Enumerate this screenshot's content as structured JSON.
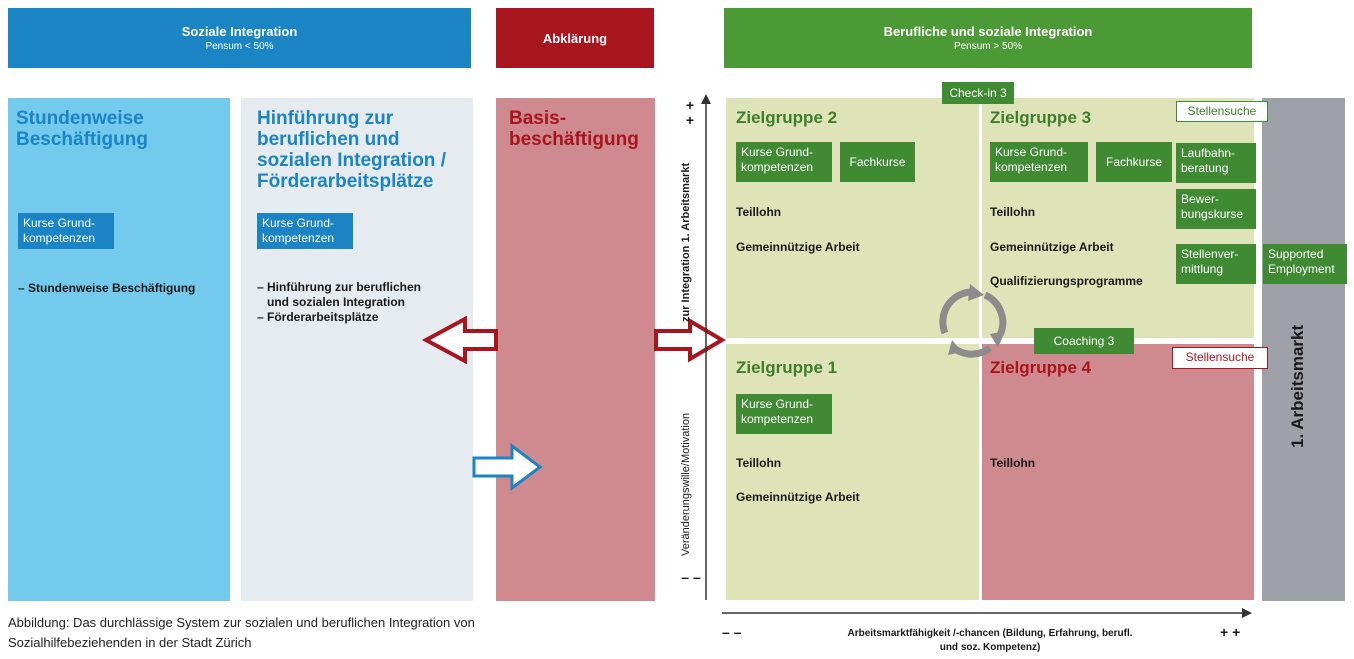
{
  "headers": {
    "soziale": {
      "title": "Soziale Integration",
      "sub": "Pensum < 50%"
    },
    "abklaerung": {
      "title": "Abklärung"
    },
    "beruflich": {
      "title": "Berufliche und soziale Integration",
      "sub": "Pensum > 50%"
    }
  },
  "columns": {
    "stundenweise": {
      "title_line1": "Stundenweise",
      "title_line2": "Beschäftigung",
      "box_line1": "Kurse Grund-",
      "box_line2": "kompetenzen",
      "bullet1": "– Stundenweise Beschäftigung"
    },
    "hinfuehrung": {
      "title_line1": "Hinführung zur",
      "title_line2": "beruflichen und",
      "title_line3": "sozialen Integration /",
      "title_line4": "Förderarbeitsplätze",
      "box_line1": "Kurse Grund-",
      "box_line2": "kompetenzen",
      "bullet1": "– Hinführung zur beruflichen",
      "bullet1b": "und sozialen Integration",
      "bullet2": "– Förderarbeitsplätze"
    },
    "basis": {
      "title_line1": "Basis-",
      "title_line2": "beschäftigung"
    }
  },
  "quadrants": {
    "z2": {
      "title": "Zielgruppe 2",
      "box1_line1": "Kurse Grund-",
      "box1_line2": "kompetenzen",
      "box2": "Fachkurse",
      "item1": "Teillohn",
      "item2": "Gemeinnützige Arbeit"
    },
    "z3": {
      "title": "Zielgruppe 3",
      "box1_line1": "Kurse Grund-",
      "box1_line2": "kompetenzen",
      "box2": "Fachkurse",
      "item1": "Teillohn",
      "item2": "Gemeinnützige Arbeit",
      "item3": "Qualifizierungsprogramme"
    },
    "z1": {
      "title": "Zielgruppe 1",
      "box1_line1": "Kurse Grund-",
      "box1_line2": "kompetenzen",
      "item1": "Teillohn",
      "item2": "Gemeinnützige Arbeit"
    },
    "z4": {
      "title": "Zielgruppe 4",
      "item1": "Teillohn"
    }
  },
  "side_boxes": {
    "checkin": "Check-in 3",
    "coaching": "Coaching 3",
    "stellensuche_green": "Stellensuche",
    "stellensuche_red": "Stellensuche",
    "laufbahn_line1": "Laufbahn-",
    "laufbahn_line2": "beratung",
    "bewerbung_line1": "Bewer-",
    "bewerbung_line2": "bungskurse",
    "vermittlung_line1": "Stellenver-",
    "vermittlung_line2": "mittlung",
    "supported_line1": "Supported",
    "supported_line2": "Employment"
  },
  "arbeitsmarkt": "1. Arbeitsmarkt",
  "axes": {
    "y_upper": "zur Integration 1. Arbeitsmarkt",
    "y_lower": "Veränderungswille/Motivation",
    "y_plus": "+ +",
    "y_minus": "– –",
    "x_minus": "– –",
    "x_plus": "+ +",
    "x_line1": "Arbeitsmarktfähigkeit /-chancen (Bildung, Erfahrung, berufl.",
    "x_line2": "und soz. Kompetenz)"
  },
  "caption": {
    "line1": "Abbildung: Das durchlässige System zur sozialen und beruflichen Integration von",
    "line2": "Sozialhilfebeziehenden in der Stadt Zürich"
  },
  "colors": {
    "blue": "#1b84c4",
    "red": "#a8151f",
    "green": "#4c9a36",
    "light_blue": "#74caed",
    "pink": "#cf8a90",
    "olive": "#dfe4b8",
    "grey": "#9ea1a8"
  }
}
